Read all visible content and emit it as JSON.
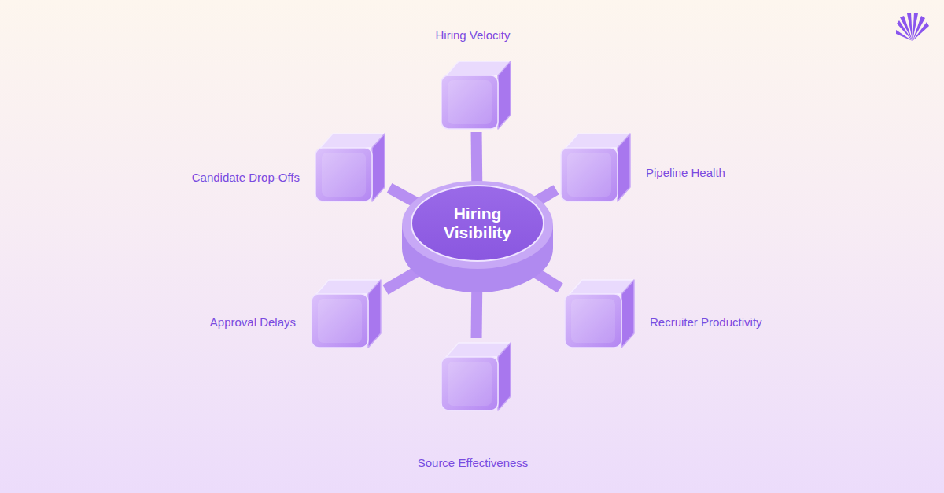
{
  "diagram": {
    "nodes": [
      {
        "text": [
          "Hiring Velocity"
        ]
      },
      {
        "text": [
          "Candidate Drop-Offs"
        ]
      },
      {
        "text": [
          "Pipeline Health"
        ]
      },
      {
        "text": [
          "Hiring Visibility"
        ]
      },
      {
        "text": [
          "Approval Delays"
        ]
      },
      {
        "text": [
          "Recruiter Productivity"
        ]
      },
      {
        "text": [
          "Source Effectiveness"
        ]
      }
    ],
    "edges": [
      {
        "from": 3,
        "to": 0,
        "arrow": "none"
      },
      {
        "from": 3,
        "to": 1,
        "arrow": "none"
      },
      {
        "from": 3,
        "to": 2,
        "arrow": "none"
      },
      {
        "from": 3,
        "to": 4,
        "arrow": "none"
      },
      {
        "from": 3,
        "to": 5,
        "arrow": "none"
      },
      {
        "from": 3,
        "to": 6,
        "arrow": "none"
      }
    ]
  }
}
